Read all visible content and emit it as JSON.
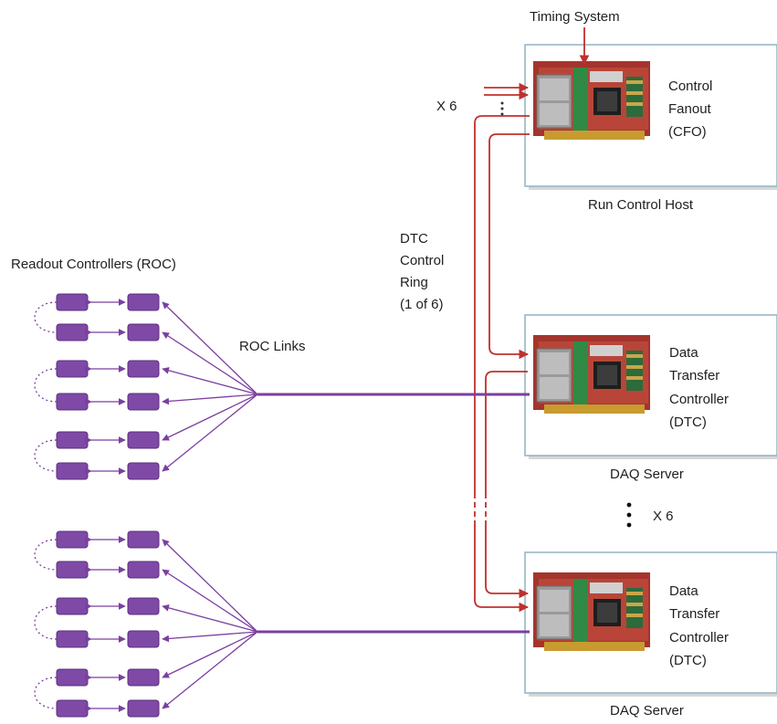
{
  "labels": {
    "timing_system": "Timing System",
    "x6_top": "X 6",
    "cfo_line1": "Control",
    "cfo_line2": "Fanout",
    "cfo_line3": "(CFO)",
    "run_control_host": "Run Control Host",
    "roc_title": "Readout Controllers (ROC)",
    "roc_links": "ROC Links",
    "dtc_ring_line1": "DTC",
    "dtc_ring_line2": "Control",
    "dtc_ring_line3": "Ring",
    "dtc_ring_line4": "(1 of 6)",
    "dtc1_line1": "Data",
    "dtc1_line2": "Transfer",
    "dtc1_line3": "Controller",
    "dtc1_line4": "(DTC)",
    "daq_server_1": "DAQ Server",
    "x6_mid": "X 6",
    "dtc2_line1": "Data",
    "dtc2_line2": "Transfer",
    "dtc2_line3": "Controller",
    "dtc2_line4": "(DTC)",
    "daq_server_2": "DAQ Server"
  },
  "colors": {
    "roc_purple": "#7f4aa6",
    "link_purple": "#7b3fa0",
    "ring_red": "#c0302e",
    "box_border": "#8fb3c3",
    "pcb_red": "#a5342d"
  },
  "icons": [
    "roc-chip-icon",
    "fpga-board-icon",
    "dots-icon",
    "timing-arrow-icon"
  ]
}
